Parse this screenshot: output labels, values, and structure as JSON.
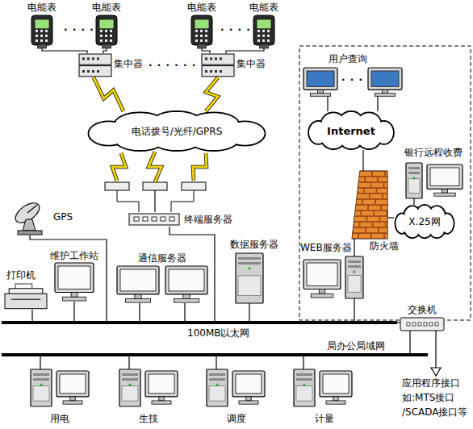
{
  "diagram": {
    "nodes": [
      {
        "text": [
          "电能表"
        ]
      },
      {
        "text": [
          "电能表"
        ]
      },
      {
        "text": [
          "电能表"
        ]
      },
      {
        "text": [
          "电能表"
        ]
      },
      {
        "text": [
          "集中器"
        ]
      },
      {
        "text": [
          "集中器"
        ]
      },
      {
        "text": [
          "电话拨号/光纤/GPRS"
        ]
      },
      {
        "text": [
          "终端服务器"
        ]
      },
      {
        "text": [
          "GPS"
        ]
      },
      {
        "text": [
          "打印机"
        ]
      },
      {
        "text": [
          "维护工作站"
        ]
      },
      {
        "text": [
          "通信服务器"
        ]
      },
      {
        "text": [
          "数据服务器"
        ]
      },
      {
        "text": [
          "用户查询"
        ]
      },
      {
        "text": [
          "Internet"
        ]
      },
      {
        "text": [
          "银行远程收费"
        ]
      },
      {
        "text": [
          "防火墙"
        ]
      },
      {
        "text": [
          "X.25网"
        ]
      },
      {
        "text": [
          "WEB服务器"
        ]
      },
      {
        "text": [
          "交换机"
        ]
      },
      {
        "text": [
          "100MB以太网"
        ]
      },
      {
        "text": [
          "局办公局域网"
        ]
      },
      {
        "text": [
          "用电"
        ]
      },
      {
        "text": [
          "生技"
        ]
      },
      {
        "text": [
          "调度"
        ]
      },
      {
        "text": [
          "计量"
        ]
      },
      {
        "text": [
          "应用程序接口 如:MTS接口 /SCADA接口等"
        ]
      }
    ],
    "edges": [
      {
        "from": 0,
        "to": 4,
        "arrow": "none"
      },
      {
        "from": 1,
        "to": 4,
        "arrow": "none"
      },
      {
        "from": 2,
        "to": 5,
        "arrow": "none"
      },
      {
        "from": 3,
        "to": 5,
        "arrow": "none"
      },
      {
        "from": 4,
        "to": 6,
        "arrow": "none"
      },
      {
        "from": 5,
        "to": 6,
        "arrow": "none"
      },
      {
        "from": 6,
        "to": 7,
        "arrow": "none"
      },
      {
        "from": 7,
        "to": 20,
        "arrow": "none"
      },
      {
        "from": 8,
        "to": 20,
        "arrow": "none"
      },
      {
        "from": 9,
        "to": 20,
        "arrow": "none"
      },
      {
        "from": 10,
        "to": 20,
        "arrow": "none"
      },
      {
        "from": 11,
        "to": 20,
        "arrow": "none"
      },
      {
        "from": 12,
        "to": 20,
        "arrow": "none"
      },
      {
        "from": 18,
        "to": 20,
        "arrow": "none"
      },
      {
        "from": 19,
        "to": 20,
        "arrow": "none"
      },
      {
        "from": 13,
        "to": 14,
        "arrow": "none"
      },
      {
        "from": 14,
        "to": 16,
        "arrow": "none"
      },
      {
        "from": 16,
        "to": 18,
        "arrow": "none"
      },
      {
        "from": 16,
        "to": 17,
        "arrow": "none"
      },
      {
        "from": 15,
        "to": 17,
        "arrow": "none"
      },
      {
        "from": 19,
        "to": 21,
        "arrow": "none"
      },
      {
        "from": 19,
        "to": 26,
        "arrow": "to"
      },
      {
        "from": 21,
        "to": 22,
        "arrow": "none"
      },
      {
        "from": 21,
        "to": 23,
        "arrow": "none"
      },
      {
        "from": 21,
        "to": 24,
        "arrow": "none"
      },
      {
        "from": 21,
        "to": 25,
        "arrow": "none"
      }
    ],
    "labels": [
      "· · · ·",
      "· · · ·",
      "· · · · · ·",
      "· · ·"
    ]
  }
}
